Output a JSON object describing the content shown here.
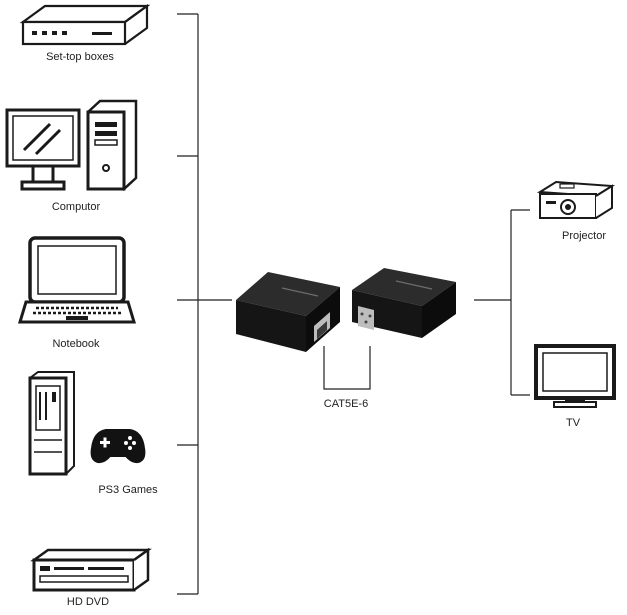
{
  "diagram": {
    "sources": [
      {
        "label": "Set-top boxes",
        "icon": "set-top-box-icon"
      },
      {
        "label": "Computor",
        "icon": "desktop-computer-icon"
      },
      {
        "label": "Notebook",
        "icon": "laptop-icon"
      },
      {
        "label": "PS3 Games",
        "icon": "game-console-icon"
      },
      {
        "label": "HD DVD",
        "icon": "dvd-player-icon"
      }
    ],
    "cable_label": "CAT5E-6",
    "transmitter_icon": "vga-extender-transmitter-icon",
    "receiver_icon": "vga-extender-receiver-icon",
    "outputs": [
      {
        "label": "Projector",
        "icon": "projector-icon"
      },
      {
        "label": "TV",
        "icon": "tv-icon"
      }
    ],
    "colors": {
      "line": "#222222",
      "device": "#151515",
      "port": "#b9b9b9"
    }
  }
}
